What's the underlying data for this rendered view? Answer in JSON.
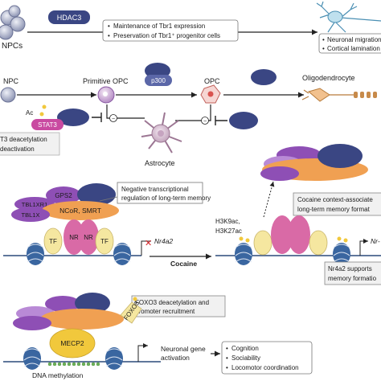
{
  "panel1": {
    "source_label": "NPCs",
    "enzyme": "HDAC3",
    "effects": [
      "Maintenance of Tbr1 expression",
      "Preservation of Tbr1⁺ progenitor cells"
    ],
    "outcomes": [
      "Neuronal migration",
      "Cortical lamination"
    ]
  },
  "panel2": {
    "cells": [
      "NPC",
      "Primitive OPC",
      "OPC",
      "Oligodendrocyte",
      "Astrocyte"
    ],
    "cofactor": "p300",
    "acetyl_label": "Ac",
    "tf_label": "STAT3",
    "note": [
      "T3 deacetylation",
      "deactivation"
    ],
    "inhibit_symbol": "⊖"
  },
  "panel3": {
    "complex_labels": [
      "GPS2",
      "TBL1XR1",
      "TBL1X",
      "NCoR, SMRT"
    ],
    "nuclear_receptor": "NR",
    "transcription_factor": "TF",
    "gene": "Nr4a2",
    "gene_right": "Nr-",
    "annotation": [
      "Negative transcriptional",
      "regulation of long-term memory"
    ],
    "stimulus": "Cocaine",
    "histone_marks": [
      "H3K9ac,",
      "H3K27ac"
    ],
    "memory_box": [
      "Cocaine context-associate",
      "long-term memory format"
    ],
    "support_box": [
      "Nr4a2 supports",
      "memory formatio"
    ]
  },
  "panel4": {
    "annotation": [
      "FOXO3 deacetylation and",
      "promoter recruitment"
    ],
    "factor": "FOXO3",
    "mecp2": "MECP2",
    "methylation": "DNA methylation",
    "activation": [
      "Neuronal gene",
      "activation"
    ],
    "outcomes": [
      "Cognition",
      "Sociability",
      "Locomotor coordination"
    ]
  },
  "colors": {
    "hdac": "#3a4683",
    "hdac_light": "#5b67a8",
    "purple": "#8e4fb5",
    "purple_light": "#b98ad6",
    "orange": "#f0a052",
    "pink": "#d96aa6",
    "yellow": "#f5e7a0",
    "nucleosome": "#3a66a0",
    "stat3": "#c94aa1",
    "box_fill": "#f1f1f1",
    "red": "#d4262a"
  }
}
